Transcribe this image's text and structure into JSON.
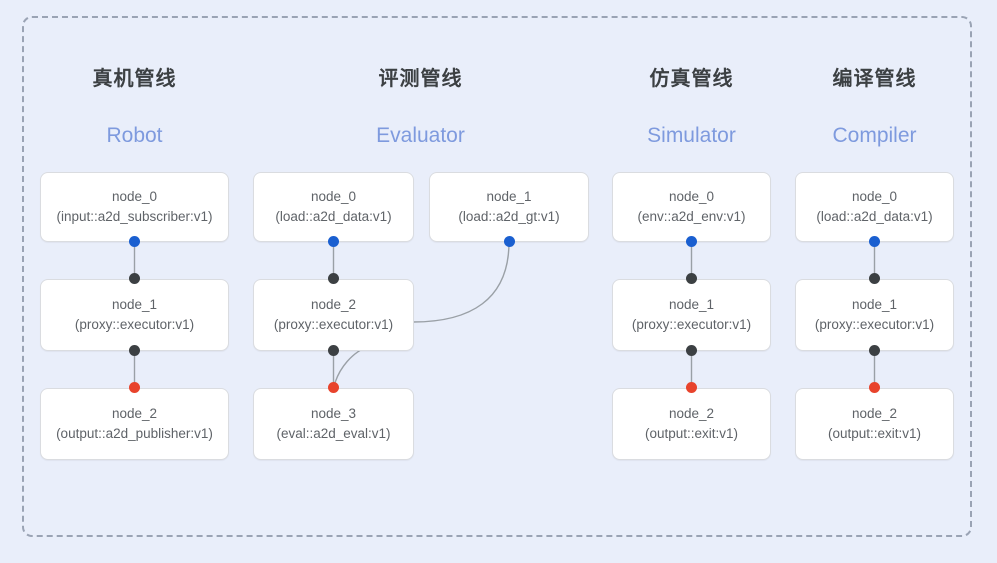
{
  "canvas": {
    "background": "#e9eefa",
    "frame_border_color": "#9aa3b4"
  },
  "palette": {
    "title_color": "#3c4043",
    "subtitle_color": "#7e9ade",
    "node_bg": "#ffffff",
    "node_border": "#dadce0",
    "node_text": "#5f6368",
    "port_blue": "#1a5fd0",
    "port_black": "#3c4043",
    "port_red": "#e8432c",
    "edge_color": "#9aa0a6"
  },
  "columns": [
    {
      "id": "robot",
      "title": "真机管线",
      "subtitle": "Robot",
      "nodes": [
        {
          "id": "robot-node-0",
          "name": "node_0",
          "type": "(input::a2d_subscriber:v1)"
        },
        {
          "id": "robot-node-1",
          "name": "node_1",
          "type": "(proxy::executor:v1)"
        },
        {
          "id": "robot-node-2",
          "name": "node_2",
          "type": "(output::a2d_publisher:v1)"
        }
      ]
    },
    {
      "id": "evaluator",
      "title": "评测管线",
      "subtitle": "Evaluator",
      "nodes": [
        {
          "id": "eval-node-0",
          "name": "node_0",
          "type": "(load::a2d_data:v1)"
        },
        {
          "id": "eval-node-1",
          "name": "node_1",
          "type": "(load::a2d_gt:v1)"
        },
        {
          "id": "eval-node-2",
          "name": "node_2",
          "type": "(proxy::executor:v1)"
        },
        {
          "id": "eval-node-3",
          "name": "node_3",
          "type": "(eval::a2d_eval:v1)"
        }
      ]
    },
    {
      "id": "simulator",
      "title": "仿真管线",
      "subtitle": "Simulator",
      "nodes": [
        {
          "id": "sim-node-0",
          "name": "node_0",
          "type": "(env::a2d_env:v1)"
        },
        {
          "id": "sim-node-1",
          "name": "node_1",
          "type": "(proxy::executor:v1)"
        },
        {
          "id": "sim-node-2",
          "name": "node_2",
          "type": "(output::exit:v1)"
        }
      ]
    },
    {
      "id": "compiler",
      "title": "编译管线",
      "subtitle": "Compiler",
      "nodes": [
        {
          "id": "comp-node-0",
          "name": "node_0",
          "type": "(load::a2d_data:v1)"
        },
        {
          "id": "comp-node-1",
          "name": "node_1",
          "type": "(proxy::executor:v1)"
        },
        {
          "id": "comp-node-2",
          "name": "node_2",
          "type": "(output::exit:v1)"
        }
      ]
    }
  ]
}
